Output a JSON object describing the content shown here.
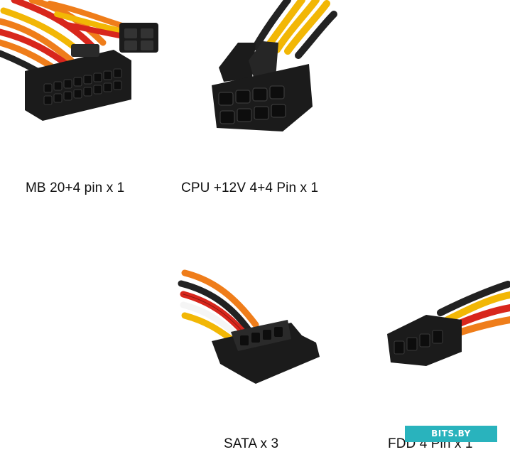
{
  "connectors": [
    {
      "label": "MB 20+4 pin x 1",
      "icon": "mb-24pin-connector-icon"
    },
    {
      "label": "CPU +12V 4+4 Pin x 1",
      "icon": "cpu-8pin-connector-icon"
    },
    {
      "label": "SATA x 3",
      "icon": "sata-power-connector-icon"
    },
    {
      "label": "FDD 4 Pin x 1",
      "icon": "fdd-4pin-connector-icon"
    }
  ],
  "watermark": {
    "text": "BITS.BY",
    "color": "#29b3bd"
  },
  "colors": {
    "plastic": "#1b1b1b",
    "wire_yellow": "#f2b705",
    "wire_red": "#d8261c",
    "wire_orange": "#ef7d1a",
    "wire_black": "#222222"
  }
}
